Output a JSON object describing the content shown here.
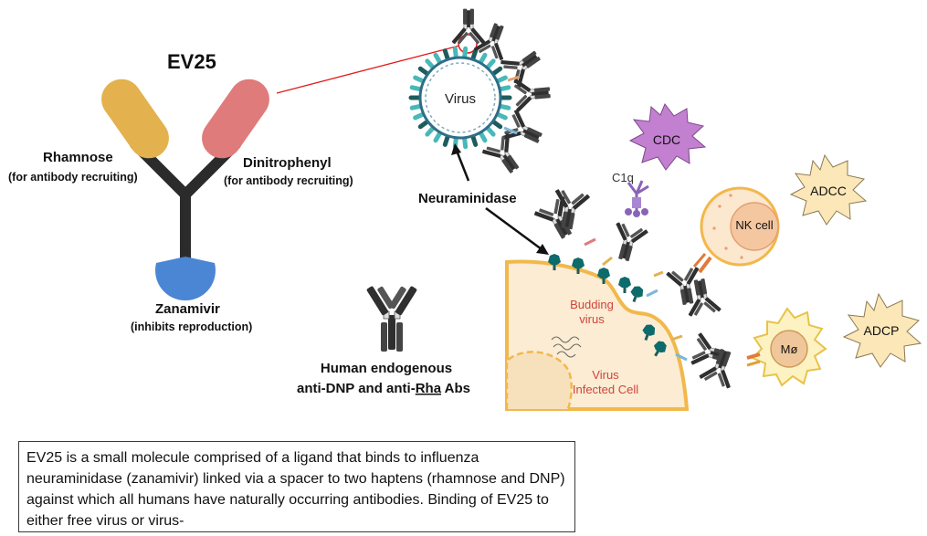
{
  "molecule": {
    "title": "EV25",
    "rhamnose": {
      "name": "Rhamnose",
      "note": "(for antibody recruiting)"
    },
    "dinitrophenyl": {
      "name": "Dinitrophenyl",
      "note": "(for antibody recruiting)"
    },
    "zanamivir": {
      "name": "Zanamivir",
      "note": "(inhibits reproduction)"
    }
  },
  "virus": {
    "label": "Virus"
  },
  "neuraminidase": {
    "label": "Neuraminidase"
  },
  "cell": {
    "budding_line1": "Budding",
    "budding_line2": "virus",
    "infected_line1": "Virus",
    "infected_line2": "Infected Cell"
  },
  "immune": {
    "c1q": "C1q",
    "cdc": "CDC",
    "adcc": "ADCC",
    "nk_cell": "NK cell",
    "adcp": "ADCP",
    "macrophage": "Mø"
  },
  "antibodies": {
    "line1": "Human endogenous",
    "line2_prefix": "anti-DNP and anti-",
    "line2_rha": "Rha",
    "line2_suffix": " Abs"
  },
  "caption": {
    "text": "EV25 is a small molecule comprised of a ligand that binds to influenza neuraminidase (zanamivir) linked via a spacer to two haptens (rhamnose and DNP) against which all humans have naturally occurring antibodies. Binding of EV25 to either free virus or virus-"
  },
  "colors": {
    "rhamnose": "#e3b24e",
    "dinitrophenyl": "#e07b7b",
    "zanamivir": "#4a86d4",
    "virus_ring": "#49b8b8",
    "cell_fill": "#fbecd3",
    "cell_membrane": "#f2b84b",
    "cdc": "#c37fd0",
    "burst_light": "#fbe7b8"
  }
}
